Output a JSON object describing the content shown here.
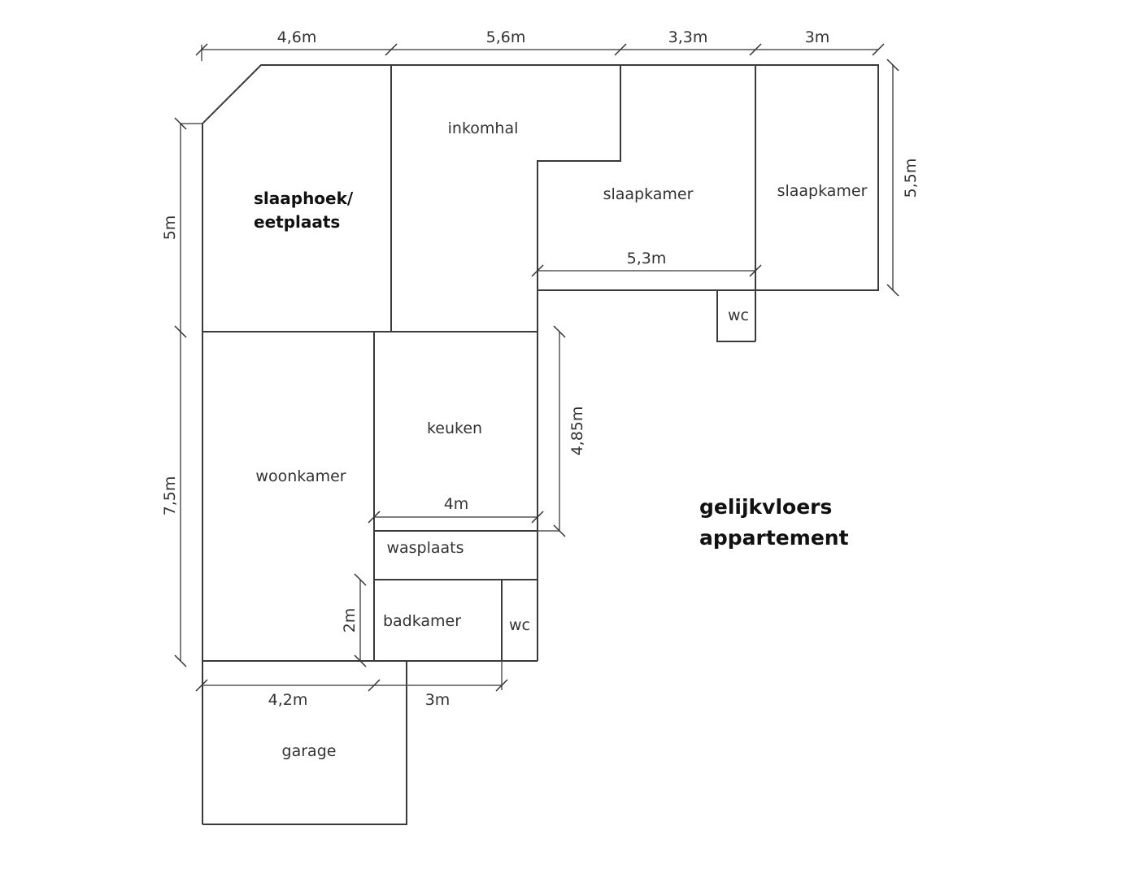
{
  "rooms": {
    "slaaphoek_line1": "slaaphoek/",
    "slaaphoek_line2": "eetplaats",
    "inkomhal": "inkomhal",
    "slaapkamer1": "slaapkamer",
    "slaapkamer2": "slaapkamer",
    "wc_upper": "wc",
    "keuken": "keuken",
    "woonkamer": "woonkamer",
    "wasplaats": "wasplaats",
    "badkamer": "badkamer",
    "wc_lower": "wc",
    "garage": "garage"
  },
  "dimensions": {
    "top_1": "4,6m",
    "top_2": "5,6m",
    "top_3": "3,3m",
    "top_4": "3m",
    "left_upper": "5m",
    "left_lower": "7,5m",
    "right": "5,5m",
    "bedroom_width": "5,3m",
    "kitchen_height": "4,85m",
    "kitchen_width": "4m",
    "bathroom_height": "2m",
    "bottom_1": "4,2m",
    "bottom_2": "3m"
  },
  "title": {
    "line1": "gelijkvloers",
    "line2": "appartement"
  }
}
